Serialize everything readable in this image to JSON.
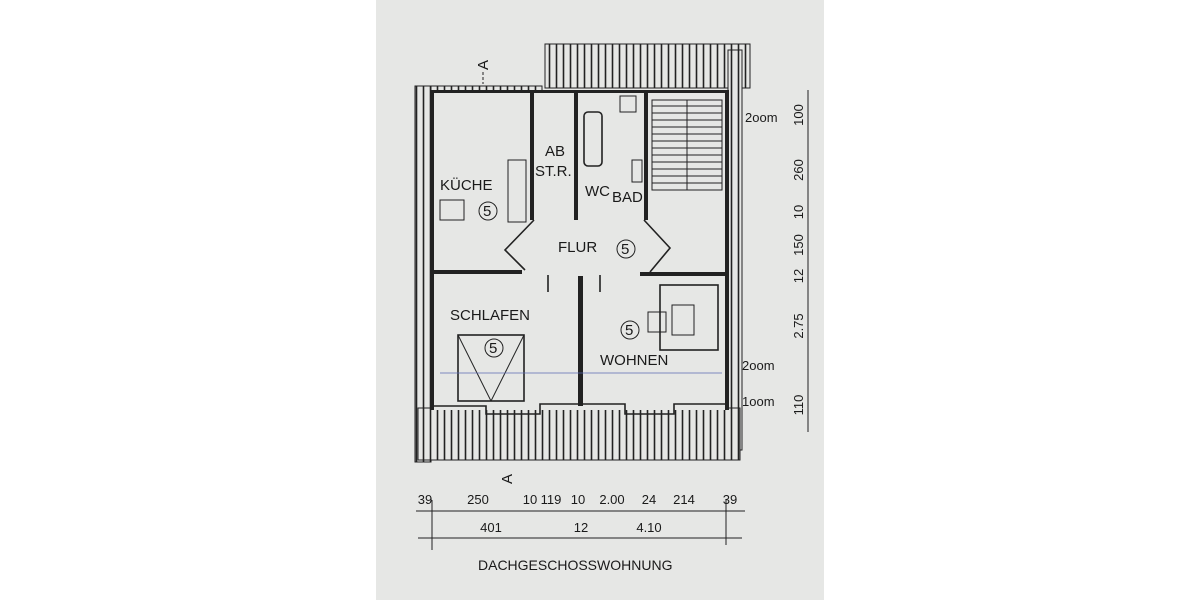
{
  "title": "DACHGESCHOSSWOHNUNG",
  "rooms": {
    "kueche": "KÜCHE",
    "abstr_1": "AB",
    "abstr_2": "ST.R.",
    "wc": "WC",
    "bad": "BAD",
    "flur": "FLUR",
    "schlafen": "SCHLAFEN",
    "wohnen": "WOHNEN",
    "circle_mark": "5"
  },
  "section_marker": "A",
  "dims_bottom_top": [
    "39",
    "250",
    "10",
    "119",
    "10",
    "2.00",
    "24",
    "214",
    "39"
  ],
  "dims_bottom_bottom": [
    "401",
    "12",
    "4.10"
  ],
  "dims_right": [
    "100",
    "260",
    "10",
    "150",
    "12",
    "2.75",
    "110"
  ],
  "height_marks": [
    "2oom",
    "2oom",
    "1oom"
  ],
  "colors": {
    "paper": "#e6e7e5",
    "ink": "#222222"
  }
}
